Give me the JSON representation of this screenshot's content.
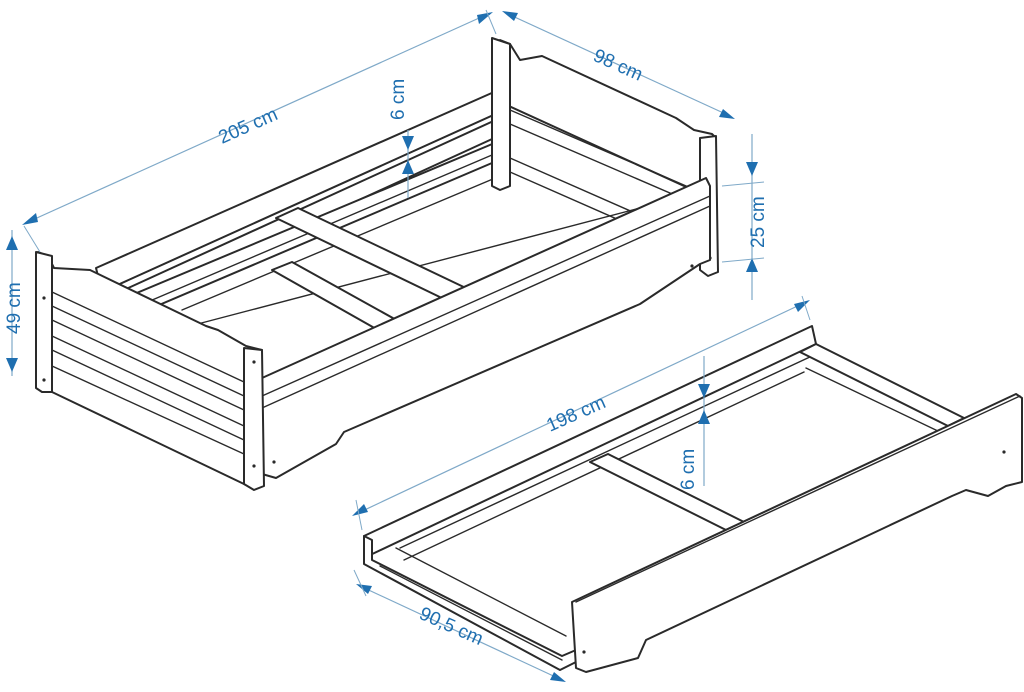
{
  "dimensions": {
    "bed_length": "205 cm",
    "bed_width": "98 cm",
    "bed_slat_gap": "6 cm",
    "bed_side_height": "25 cm",
    "bed_headboard_height": "49 cm",
    "drawer_length": "198 cm",
    "drawer_slat_gap": "6 cm",
    "drawer_width": "90,5 cm"
  },
  "colors": {
    "dimension_text": "#1f6fb0",
    "dimension_line": "#7fa9c8",
    "outline": "#2a2a2a",
    "background": "#ffffff"
  }
}
